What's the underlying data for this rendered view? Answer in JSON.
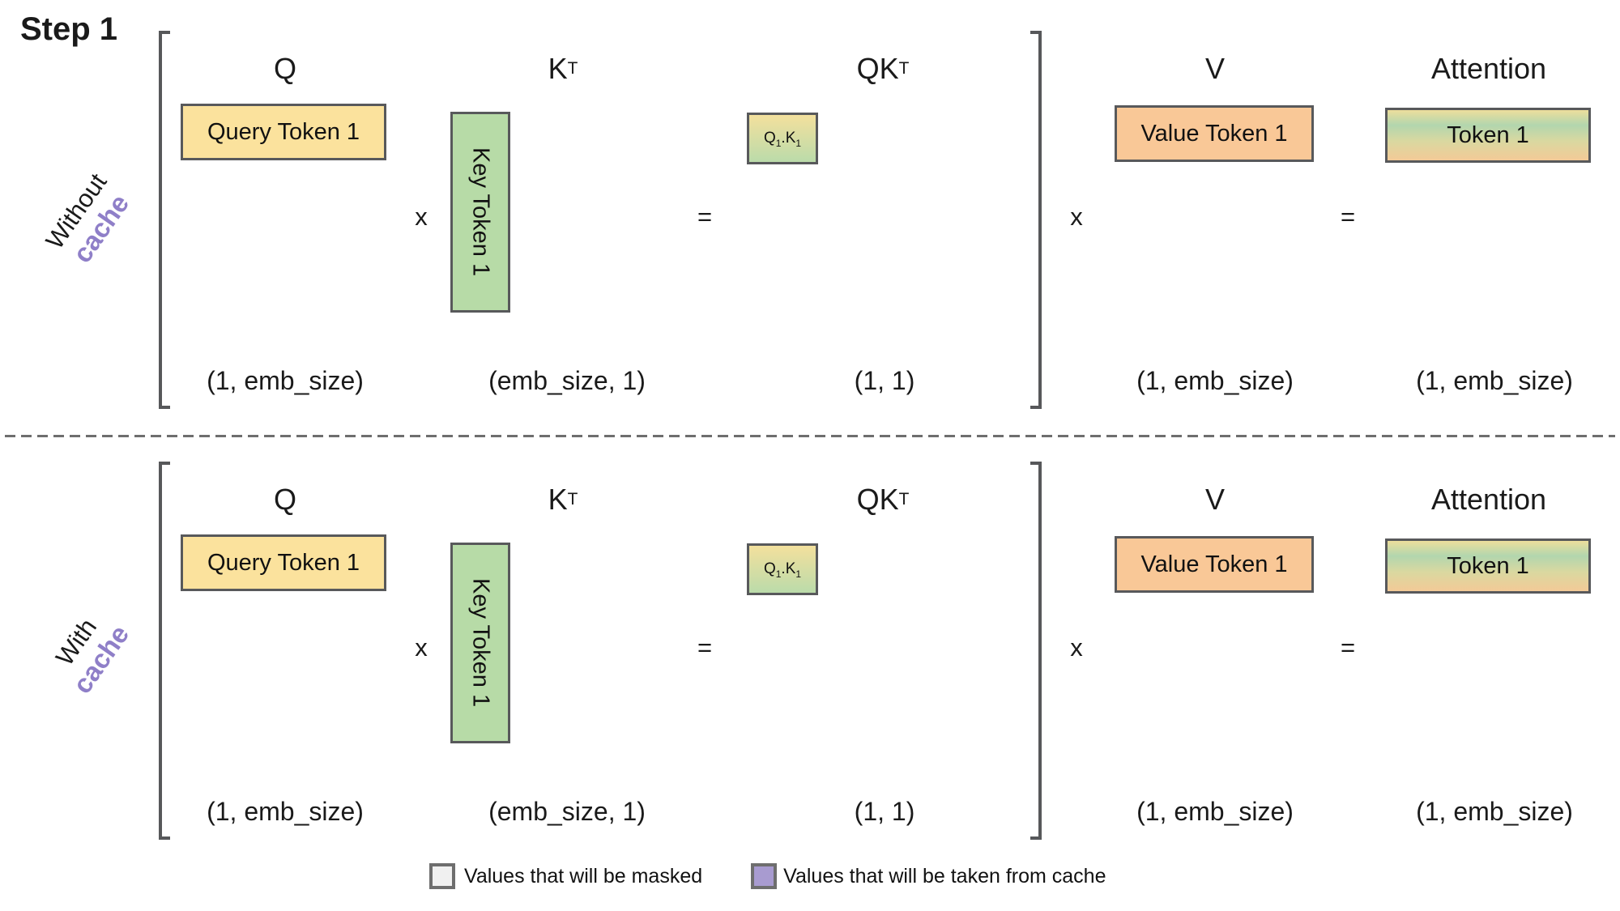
{
  "title": "Step 1",
  "rows": [
    {
      "label_line1": "Without",
      "label_line2": "cache",
      "q": {
        "header": "Q",
        "box_label": "Query Token 1",
        "dim": "(1, emb_size)"
      },
      "times1": "x",
      "k": {
        "header_base": "K",
        "header_sup": "T",
        "box_label": "Key Token 1",
        "dim": "(emb_size, 1)"
      },
      "equals1": "=",
      "qk": {
        "header_base": "QK",
        "header_sup": "T",
        "cell_q": "Q",
        "cell_q_sub": "1",
        "cell_dot": ".",
        "cell_k": "K",
        "cell_k_sub": "1",
        "dim": "(1, 1)"
      },
      "times2": "x",
      "v": {
        "header": "V",
        "box_label": "Value Token 1",
        "dim": "(1, emb_size)"
      },
      "equals2": "=",
      "attention": {
        "header": "Attention",
        "box_label": "Token 1",
        "dim": "(1, emb_size)"
      }
    },
    {
      "label_line1": "With",
      "label_line2": "cache",
      "q": {
        "header": "Q",
        "box_label": "Query Token 1",
        "dim": "(1, emb_size)"
      },
      "times1": "x",
      "k": {
        "header_base": "K",
        "header_sup": "T",
        "box_label": "Key Token 1",
        "dim": "(emb_size, 1)"
      },
      "equals1": "=",
      "qk": {
        "header_base": "QK",
        "header_sup": "T",
        "cell_q": "Q",
        "cell_q_sub": "1",
        "cell_dot": ".",
        "cell_k": "K",
        "cell_k_sub": "1",
        "dim": "(1, 1)"
      },
      "times2": "x",
      "v": {
        "header": "V",
        "box_label": "Value Token 1",
        "dim": "(1, emb_size)"
      },
      "equals2": "=",
      "attention": {
        "header": "Attention",
        "box_label": "Token 1",
        "dim": "(1, emb_size)"
      }
    }
  ],
  "legend": {
    "masked_label": "Values that will be masked",
    "cache_label": "Values that will be taken from cache"
  },
  "colors": {
    "ink": "#1A1A1A",
    "purple_text": "#8F7FC8",
    "box_border": "#58595B",
    "bracket_line": "#57585A",
    "divider_line": "#6E6E6E",
    "query_fill": "#FBE29D",
    "key_fill": "#B7DBA7",
    "value_fill": "#F9C897",
    "qk_top": "#F3E09D",
    "qk_bottom": "#BBDBAA",
    "tok_a": "#EDDE9C",
    "tok_b": "#B2D6AE",
    "tok_c": "#DAD8A0",
    "tok_d": "#F3CA97",
    "legend_masked_fill": "#F0F0F0",
    "legend_cache_fill": "#A89BD0"
  }
}
